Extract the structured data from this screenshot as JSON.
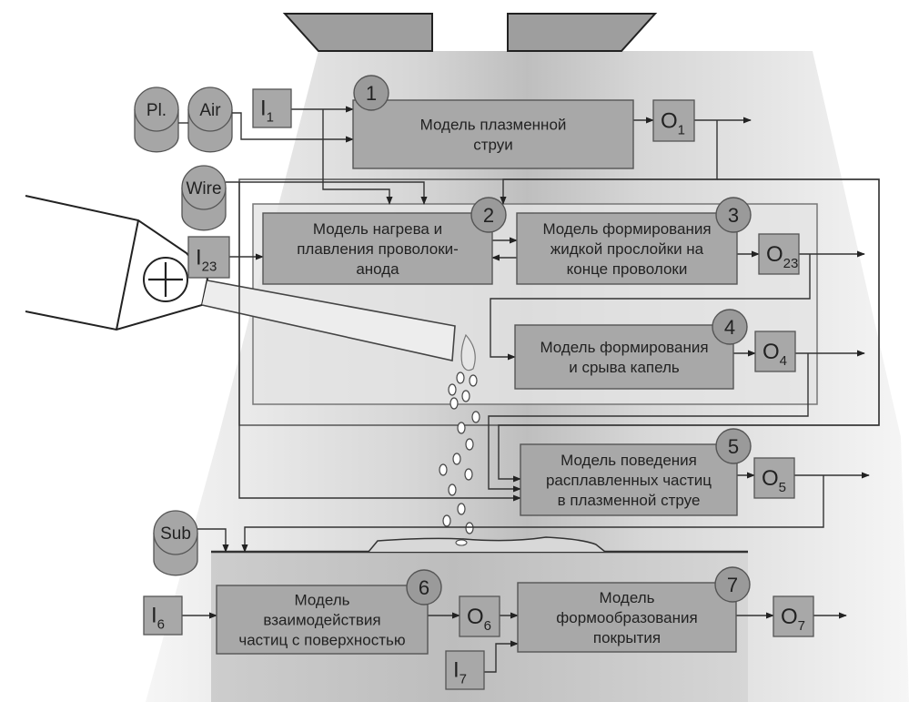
{
  "diagram": {
    "type": "block-diagram",
    "subject": "plasma wire spraying process model"
  },
  "sources": [
    {
      "id": "pl",
      "label": "Pl."
    },
    {
      "id": "air",
      "label": "Air"
    },
    {
      "id": "wire",
      "label": "Wire"
    },
    {
      "id": "sub",
      "label": "Sub"
    }
  ],
  "inputs": [
    {
      "id": "I1",
      "main": "I",
      "sub": "1"
    },
    {
      "id": "I23",
      "main": "I",
      "sub": "23"
    },
    {
      "id": "I6",
      "main": "I",
      "sub": "6"
    },
    {
      "id": "I7",
      "main": "I",
      "sub": "7"
    }
  ],
  "outputs": [
    {
      "id": "O1",
      "main": "O",
      "sub": "1"
    },
    {
      "id": "O23",
      "main": "O",
      "sub": "23"
    },
    {
      "id": "O4",
      "main": "O",
      "sub": "4"
    },
    {
      "id": "O5",
      "main": "O",
      "sub": "5"
    },
    {
      "id": "O6",
      "main": "O",
      "sub": "6"
    },
    {
      "id": "O7",
      "main": "O",
      "sub": "7"
    }
  ],
  "blocks": [
    {
      "number": "1",
      "lines": [
        "Модель плазменной",
        "струи"
      ]
    },
    {
      "number": "2",
      "lines": [
        "Модель нагрева и",
        "плавления проволоки-",
        "анода"
      ]
    },
    {
      "number": "3",
      "lines": [
        "Модель формирования",
        "жидкой прослойки на",
        "конце проволоки"
      ]
    },
    {
      "number": "4",
      "lines": [
        "Модель формирования",
        "и срыва капель"
      ]
    },
    {
      "number": "5",
      "lines": [
        "Модель поведения",
        "расплавленных частиц",
        "в плазменной струе"
      ]
    },
    {
      "number": "6",
      "lines": [
        "Модель",
        "взаимодействия",
        "частиц с поверхностью"
      ]
    },
    {
      "number": "7",
      "lines": [
        "Модель",
        "формообразования",
        "покрытия"
      ]
    }
  ],
  "symbols": {
    "anode_sign": "plus-icon"
  },
  "colors": {
    "block_fill": "#a8a8a8",
    "node_fill": "#9a9a9a",
    "group_fill": "#e2e2e2",
    "substrate_fill": "#cfcfcf",
    "stroke": "#444444"
  }
}
